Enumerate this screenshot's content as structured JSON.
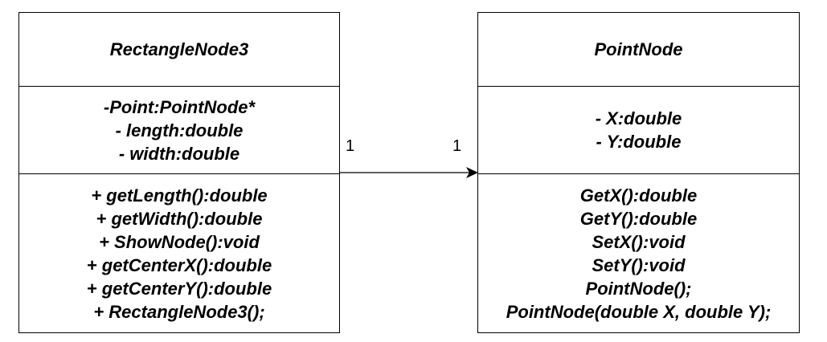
{
  "classes": {
    "rectangle": {
      "name": "RectangleNode3",
      "attributes": [
        "-Point:PointNode*",
        "- length:double",
        "- width:double"
      ],
      "methods": [
        "+ getLength():double",
        "+ getWidth():double",
        "+ ShowNode():void",
        "+ getCenterX():double",
        "+ getCenterY():double",
        "+ RectangleNode3();"
      ]
    },
    "point": {
      "name": "PointNode",
      "attributes": [
        "- X:double",
        "- Y:double"
      ],
      "methods": [
        "GetX():double",
        "GetY():double",
        "SetX():void",
        "SetY():void",
        "PointNode();",
        "PointNode(double X, double Y);"
      ]
    }
  },
  "association": {
    "source_multiplicity": "1",
    "target_multiplicity": "1"
  }
}
